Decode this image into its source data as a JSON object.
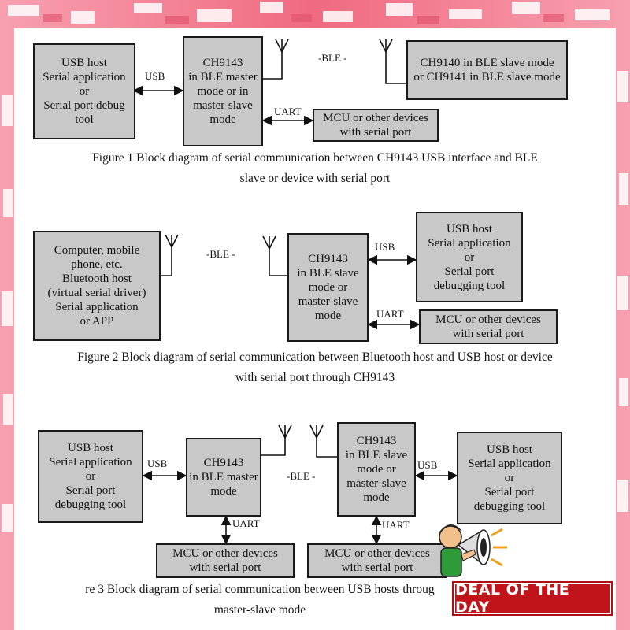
{
  "figure1": {
    "host_box": "USB host\nSerial application\nor\nSerial port debug\ntool",
    "usb_label": "USB",
    "master_box": "CH9143\nin BLE master\nmode or in\nmaster-slave\nmode",
    "ble_label": "-BLE -",
    "slave_box": "CH9140 in BLE slave mode\nor CH9141 in BLE slave mode",
    "uart_label": "UART",
    "mcu_box": "MCU or other devices\nwith serial port",
    "caption": "Figure 1 Block diagram of serial communication between CH9143 USB interface and BLE\nslave or device with serial port"
  },
  "figure2": {
    "bt_box": "Computer, mobile\nphone, etc.\nBluetooth host\n(virtual serial driver)\nSerial application\nor APP",
    "ble_label": "-BLE -",
    "slave_box": "CH9143\nin BLE slave\nmode or\nmaster-slave\nmode",
    "usb_label": "USB",
    "host_box": "USB host\nSerial application\nor\nSerial port\ndebugging tool",
    "uart_label": "UART",
    "mcu_box": "MCU or other devices\nwith serial port",
    "caption": "Figure 2 Block diagram of serial communication between Bluetooth host and USB host or device\nwith serial port through CH9143"
  },
  "figure3": {
    "host_left_box": "USB host\nSerial application\nor\nSerial port\ndebugging tool",
    "usb_left_label": "USB",
    "master_box": "CH9143\nin BLE master\nmode",
    "ble_label": "-BLE -",
    "slave_box": "CH9143\nin BLE slave\nmode or\nmaster-slave\nmode",
    "usb_right_label": "USB",
    "host_right_box": "USB host\nSerial application\nor\nSerial port\ndebugging tool",
    "uart_left_label": "UART",
    "uart_right_label": "UART",
    "mcu_left_box": "MCU or other devices\nwith serial port",
    "mcu_right_box": "MCU or other devices\nwith serial port",
    "caption": "re 3 Block diagram of serial communication between USB hosts throug\nmaster-slave mode"
  },
  "badge": {
    "text": "DEAL OF THE DAY"
  },
  "colors": {
    "box_fill": "#c8c8c8",
    "border_pink": "#f07a8c",
    "badge_red": "#c0141a"
  }
}
